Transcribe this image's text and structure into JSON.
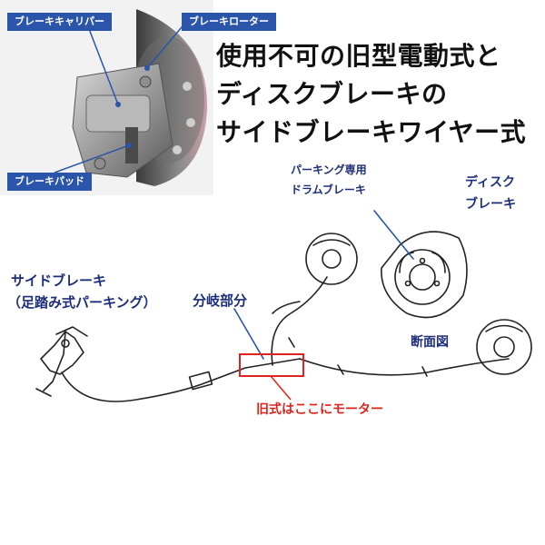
{
  "photo": {
    "caliper_label": "ブレーキキャリパー",
    "rotor_label": "ブレーキローター",
    "pad_label": "ブレーキパッド"
  },
  "headline": {
    "line1": "使用不可の旧型電動式と",
    "line2": "ディスクブレーキの",
    "line3": "サイドブレーキワイヤー式"
  },
  "diagram": {
    "drum_label_1": "パーキング専用",
    "drum_label_2": "ドラムブレーキ",
    "disc_label_1": "ディスク",
    "disc_label_2": "ブレーキ",
    "section_label": "断面図",
    "side_brake_1": "サイドブレーキ",
    "side_brake_2": "（足踏み式パーキング）",
    "branch_label": "分岐部分",
    "motor_note": "旧式はここにモーター"
  },
  "colors": {
    "label_bg": "#2a55a8",
    "navy_text": "#1d2f7a",
    "red_text": "#e0231c",
    "highlight_box": "#e0231c"
  }
}
